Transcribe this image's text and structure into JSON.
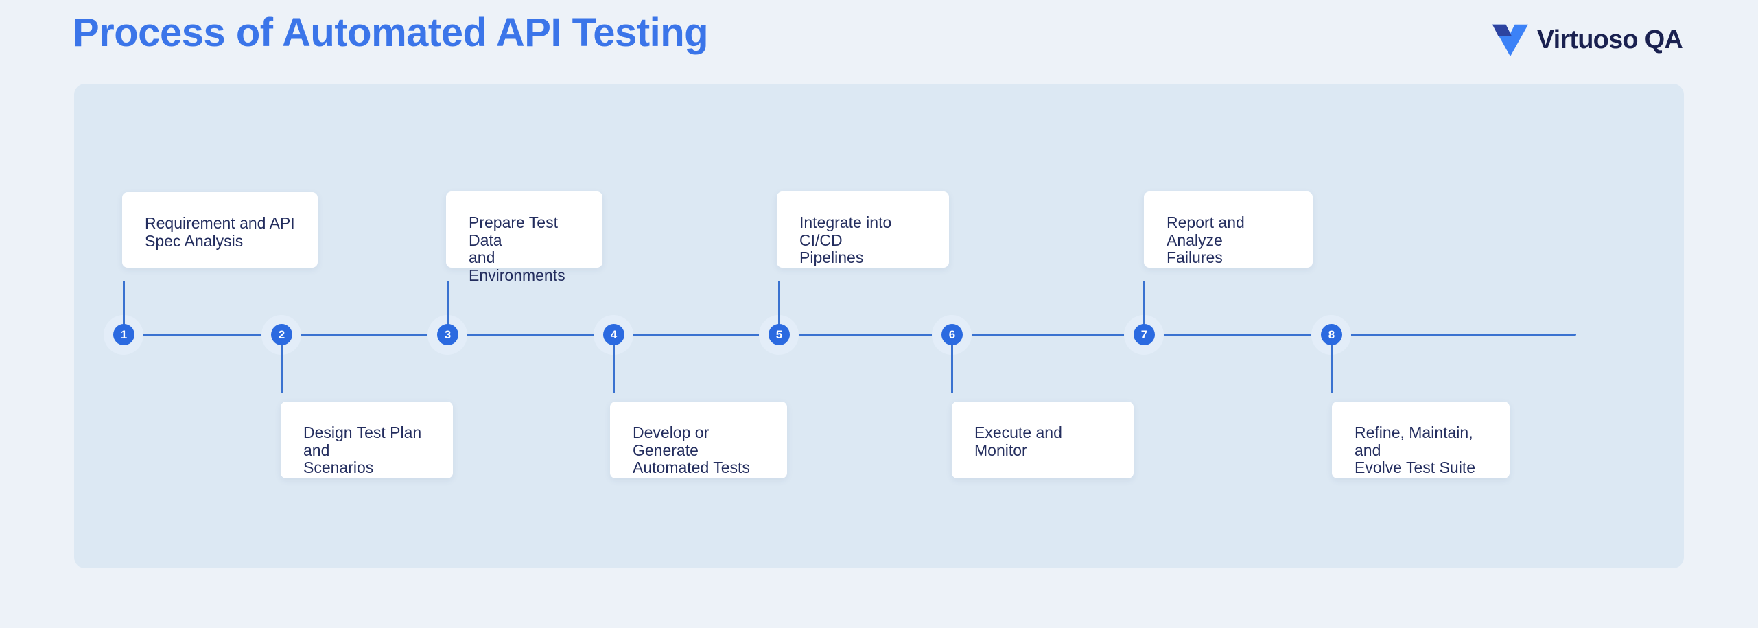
{
  "title": "Process of Automated API Testing",
  "logo": {
    "brand": "Virtuoso QA"
  },
  "colors": {
    "page_bg": "#EDF2F8",
    "panel_bg": "#DCE8F3",
    "title_blue": "#3B75E9",
    "node_blue": "#2B6AE0",
    "line_blue": "#3A72D0",
    "halo_blue": "#E3EDF8",
    "card_bg": "#FFFFFF",
    "card_text": "#232D5E",
    "logo_navy": "#1A2150",
    "logo_v_bright": "#3C82F7",
    "logo_v_dark": "#2D43A0"
  },
  "chart_data": {
    "type": "table",
    "title": "Process of Automated API Testing",
    "steps": [
      {
        "num": "1",
        "label": "Requirement and API Spec Analysis",
        "side": "above"
      },
      {
        "num": "2",
        "label": "Design Test Plan and Scenarios",
        "side": "below"
      },
      {
        "num": "3",
        "label": "Prepare Test Data and Environments",
        "side": "above"
      },
      {
        "num": "4",
        "label": "Develop or Generate Automated Tests",
        "side": "below"
      },
      {
        "num": "5",
        "label": "Integrate into CI/CD Pipelines",
        "side": "above"
      },
      {
        "num": "6",
        "label": "Execute and Monitor",
        "side": "below"
      },
      {
        "num": "7",
        "label": "Report and Analyze Failures",
        "side": "above"
      },
      {
        "num": "8",
        "label": "Refine, Maintain, and Evolve Test Suite",
        "side": "below"
      }
    ]
  },
  "steps": [
    {
      "num": "1",
      "label": "Requirement and API\nSpec Analysis"
    },
    {
      "num": "2",
      "label": "Design Test Plan and\nScenarios"
    },
    {
      "num": "3",
      "label": "Prepare Test Data\nand Environments"
    },
    {
      "num": "4",
      "label": "Develop or Generate\nAutomated Tests"
    },
    {
      "num": "5",
      "label": "Integrate into CI/CD\nPipelines"
    },
    {
      "num": "6",
      "label": "Execute and Monitor"
    },
    {
      "num": "7",
      "label": "Report and Analyze\nFailures"
    },
    {
      "num": "8",
      "label": "Refine, Maintain, and\nEvolve Test Suite"
    }
  ]
}
